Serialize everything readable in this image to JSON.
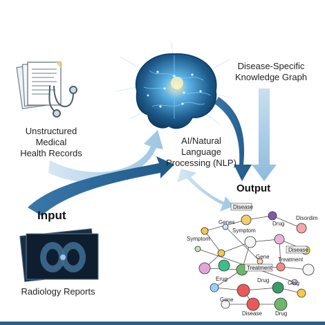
{
  "labels": {
    "records": [
      "Unstructured",
      "Medical",
      "Health Records"
    ],
    "knowledge_graph": [
      "Disease-Specific",
      "Knowledge Graph"
    ],
    "nlp": [
      "AI/Natural",
      "Language",
      "Processing (NLP)"
    ],
    "input": "Input",
    "output": "Output",
    "radiology": "Radiology Reports"
  },
  "graph_labels": {
    "disease_top": "Disease",
    "genes": "Genes",
    "symptom_top": "Symptom",
    "drug_top": "Drug",
    "disorder": "Disordim",
    "symptom_left": "Symptom",
    "gene_mid": "Gene",
    "treatment_mid": "Treatment",
    "disease_tag": "Disease",
    "erug": "Erug",
    "treatment_box": "Treatment",
    "drug_mid": "Drug",
    "geig": "Geig",
    "gene_bottom": "Gene",
    "disease_bottom": "Disease",
    "drug_bottom": "Drug"
  },
  "colors": {
    "arrow_dark": "#2a6594",
    "arrow_light": "#a9cce3",
    "brain": "#1d5b8c",
    "bottom_bar": "#2b5f87"
  },
  "icons": [
    "document-stack-icon",
    "stethoscope-icon",
    "brain-network-icon",
    "xray-film-icon",
    "knowledge-graph-icon"
  ]
}
